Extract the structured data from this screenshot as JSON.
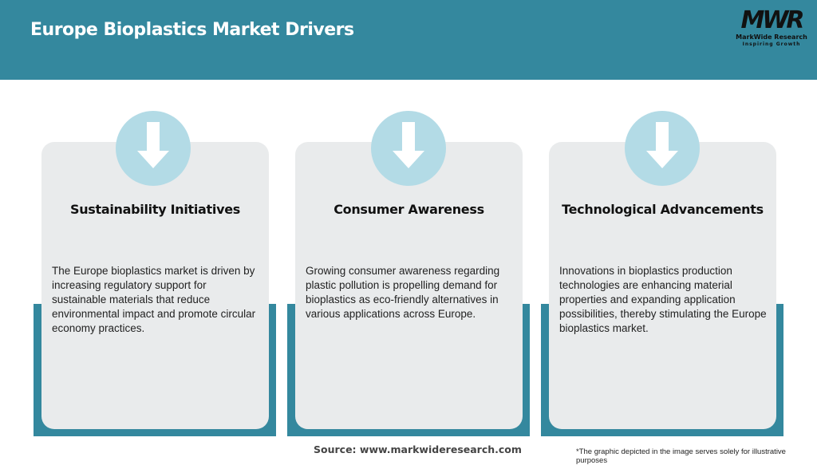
{
  "header": {
    "title": "Europe Bioplastics Market Drivers",
    "logo": {
      "mark": "MWR",
      "name": "MarkWide Research",
      "tagline": "Inspiring Growth"
    }
  },
  "colors": {
    "header": "#34889e",
    "card": "#e9ebec",
    "circle": "#b3dbe6",
    "accent": "#34889e"
  },
  "cards": [
    {
      "icon": "arrow-down-icon",
      "title": "Sustainability Initiatives",
      "text": "The Europe bioplastics market is driven by increasing regulatory support for sustainable materials that reduce environmental impact and promote circular economy practices."
    },
    {
      "icon": "arrow-down-icon",
      "title": "Consumer Awareness",
      "text": "Growing consumer awareness regarding plastic pollution is propelling demand for bioplastics as eco-friendly alternatives in various applications across Europe."
    },
    {
      "icon": "arrow-down-icon",
      "title": "Technological Advancements",
      "text": "Innovations in bioplastics production technologies are enhancing material properties and expanding application possibilities, thereby stimulating the Europe bioplastics market."
    }
  ],
  "footer": {
    "source": "Source: www.markwideresearch.com",
    "note": "*The graphic depicted in the image serves solely for illustrative purposes"
  }
}
